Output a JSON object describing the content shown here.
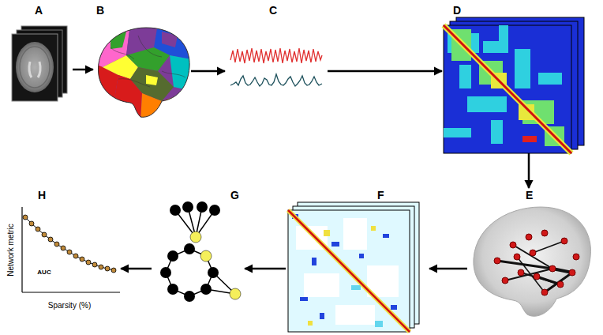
{
  "diagram": {
    "nodes": [
      {
        "text": [
          "A"
        ]
      },
      {
        "text": [
          "B"
        ]
      },
      {
        "text": [
          "C"
        ]
      },
      {
        "text": [
          "D"
        ]
      },
      {
        "text": [
          "E"
        ]
      },
      {
        "text": [
          "F"
        ]
      },
      {
        "text": [
          "G"
        ]
      },
      {
        "text": [
          "H"
        ]
      }
    ],
    "edges": [
      {
        "from": 0,
        "to": 1,
        "arrow": "to"
      },
      {
        "from": 1,
        "to": 2,
        "arrow": "to"
      },
      {
        "from": 2,
        "to": 3,
        "arrow": "to"
      },
      {
        "from": 3,
        "to": 4,
        "arrow": "to"
      },
      {
        "from": 4,
        "to": 5,
        "arrow": "to"
      },
      {
        "from": 5,
        "to": 6,
        "arrow": "to"
      },
      {
        "from": 6,
        "to": 7,
        "arrow": "to"
      }
    ],
    "labels": [
      "Network metric",
      "Sparsity (%)",
      "AUC"
    ]
  }
}
